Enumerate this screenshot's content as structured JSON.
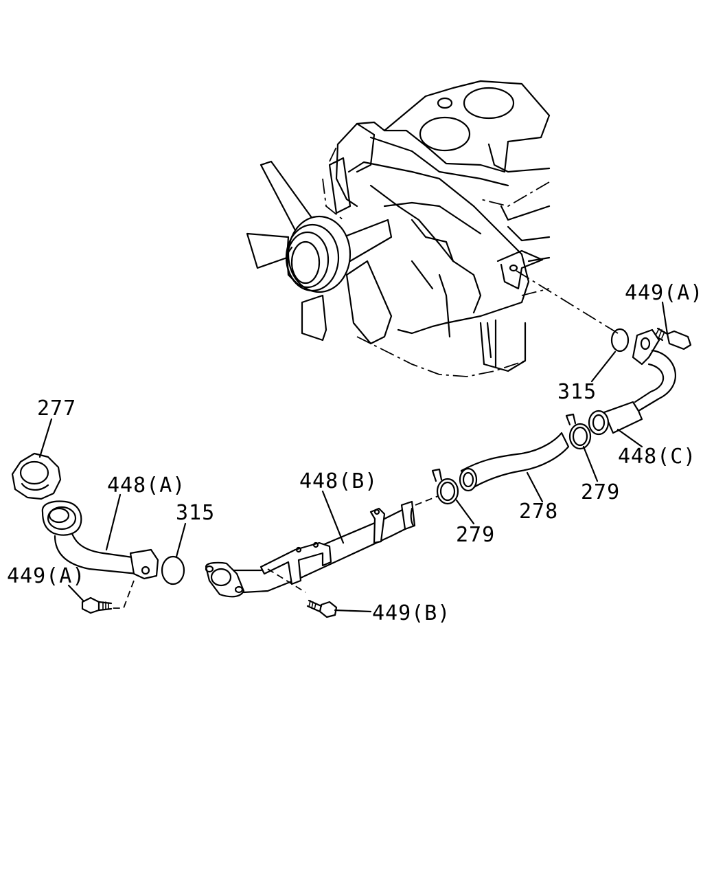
{
  "labels": {
    "bolt_a_top": "449(A)",
    "oring_top": "315",
    "pipe_c": "448(C)",
    "clamp_right": "279",
    "hose": "278",
    "clamp_mid": "279",
    "pipe_b": "448(B)",
    "bolt_b": "449(B)",
    "oring_left": "315",
    "pipe_a": "448(A)",
    "cap": "277",
    "bolt_a_left": "449(A)"
  }
}
